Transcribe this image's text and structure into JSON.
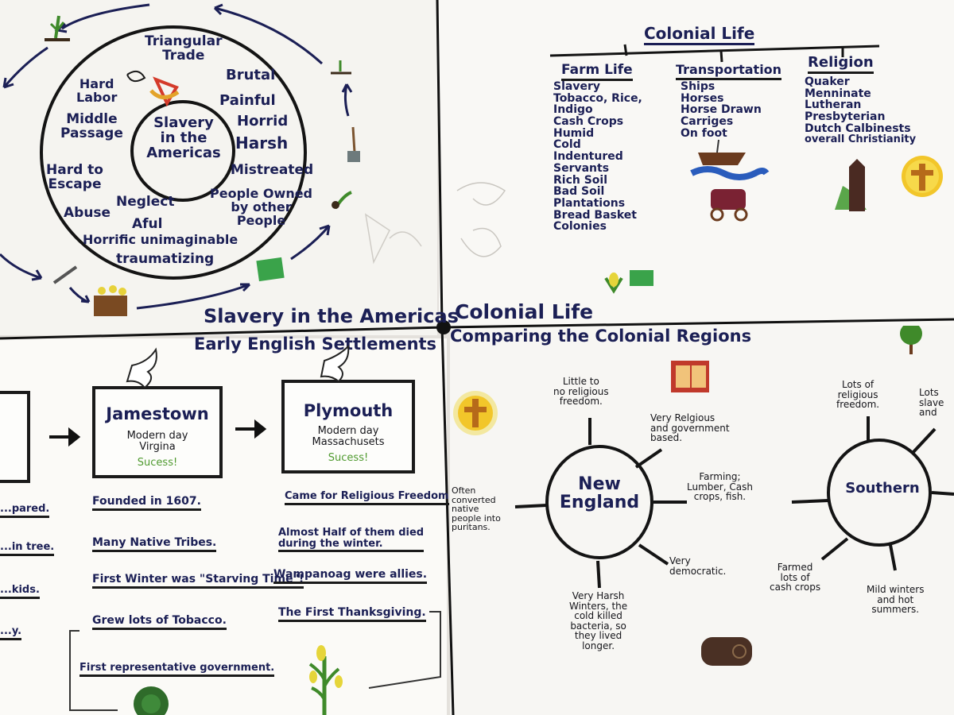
{
  "slavery": {
    "center": "Slavery\nin the\nAmericas",
    "triangular": "Triangular\nTrade",
    "words": {
      "brutal": "Brutal",
      "painful": "Painful",
      "horrid": "Horrid",
      "harsh": "Harsh",
      "mistreated": "Mistreated",
      "people_owned": "People Owned\nby other\nPeople",
      "hard_labor": "Hard\nLabor",
      "middle_passage": "Middle\nPassage",
      "hard_escape": "Hard to\nEscape",
      "abuse": "Abuse",
      "neglect": "Neglect",
      "aful": "Aful",
      "horrific": "Horrific unimaginable",
      "traumatizing": "traumatizing"
    }
  },
  "colonial_life": {
    "title": "Colonial Life",
    "columns": [
      {
        "header": "Farm Life",
        "items": [
          "Slavery",
          "Tobacco, Rice, Indigo",
          "Cash Crops",
          "Humid",
          "Cold",
          "Indentured Servants",
          "Rich Soil",
          "Bad Soil",
          "Plantations",
          "Bread Basket Colonies"
        ]
      },
      {
        "header": "Transportation",
        "items": [
          "Ships",
          "Horses",
          "Horse Drawn Carriges",
          "On foot"
        ]
      },
      {
        "header": "Religion",
        "items": [
          "Quaker",
          "Menninate",
          "Lutheran",
          "Presbyterian",
          "Dutch Calbinests",
          "overall Christianity"
        ]
      }
    ]
  },
  "section_titles": {
    "slavery": "Slavery in the Americas",
    "colonial": "Colonial Life",
    "settlements": "Early English Settlements",
    "regions": "Comparing the Colonial Regions"
  },
  "settlements": {
    "jamestown": {
      "name": "Jamestown",
      "modern": "Modern day\nVirgina",
      "status": "Sucess!"
    },
    "plymouth": {
      "name": "Plymouth",
      "modern": "Modern day\nMassachusets",
      "status": "Sucess!"
    },
    "jamestown_facts": [
      "Founded in 1607.",
      "Many Native Tribes.",
      "First Winter was \"Starving Time\"!",
      "Grew lots of Tobacco.",
      "First representative government."
    ],
    "plymouth_facts": [
      "Came for Religious Freedom",
      "Almost Half of them died\nduring the winter.",
      "Wampanoag were allies.",
      "The First Thanksgiving."
    ],
    "left_fragments": [
      "...pared.",
      "...in tree.",
      "...kids.",
      "...y."
    ]
  },
  "regions": {
    "new_england": {
      "name": "New\nEngland",
      "spokes": {
        "top": "Little to\nno religious\nfreedom.",
        "top_right": "Very Relgious\nand government\nbased.",
        "right": "Farming;\nLumber, Cash\ncrops, fish.",
        "bottom_right": "Very\ndemocratic.",
        "bottom": "Very Harsh\nWinters, the\ncold killed\nbacteria, so\nthey lived\nlonger.",
        "left": "Often\nconverted\nnative\npeople into\npuritans."
      }
    },
    "southern": {
      "name": "Southern",
      "spokes": {
        "top": "Lots of\nreligious\nfreedom.",
        "top_right": "Lots\nslave\nand",
        "bottom_left": "Farmed\nlots of\ncash crops",
        "bottom_right": "Mild winters\nand hot\nsummers."
      }
    }
  },
  "colors": {
    "ink": "#1b1f55",
    "paper": "#fdfdfb",
    "marker_black": "#141414",
    "success_green": "#4f9a2f",
    "background": "#e6e3dd"
  }
}
